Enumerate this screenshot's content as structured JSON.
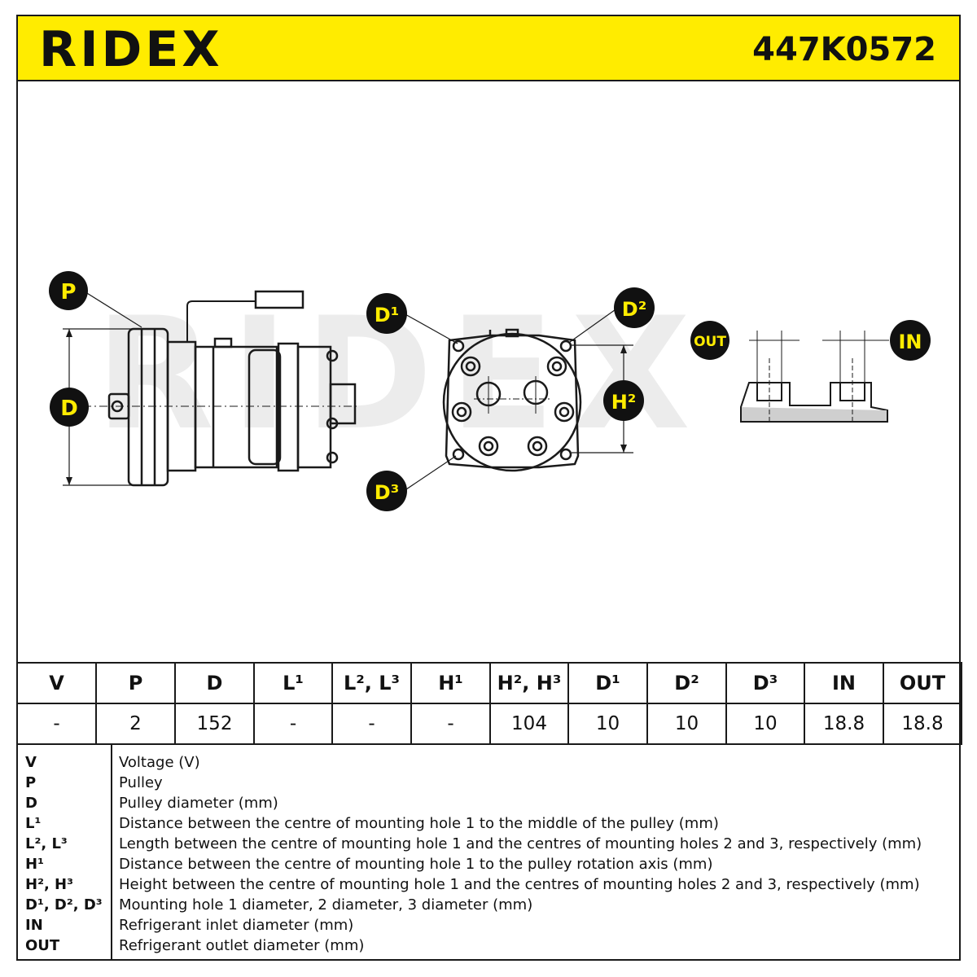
{
  "header": {
    "brand": "RIDEX",
    "part_number": "447K0572",
    "accent_color": "#ffec00"
  },
  "diagram": {
    "callouts": {
      "p": "P",
      "d": "D",
      "d1": "D¹",
      "d2": "D²",
      "d3": "D³",
      "h2": "H²",
      "out": "OUT",
      "in": "IN"
    },
    "watermark": "RIDEX"
  },
  "spec_table": {
    "headers": [
      "V",
      "P",
      "D",
      "L¹",
      "L², L³",
      "H¹",
      "H², H³",
      "D¹",
      "D²",
      "D³",
      "IN",
      "OUT"
    ],
    "values": [
      "-",
      "2",
      "152",
      "-",
      "-",
      "-",
      "104",
      "10",
      "10",
      "10",
      "18.8",
      "18.8"
    ]
  },
  "legend": [
    {
      "key": "V",
      "desc": "Voltage (V)"
    },
    {
      "key": "P",
      "desc": "Pulley"
    },
    {
      "key": "D",
      "desc": "Pulley diameter (mm)"
    },
    {
      "key": "L¹",
      "desc": "Distance between the centre of mounting hole 1 to the middle of the pulley (mm)"
    },
    {
      "key": "L², L³",
      "desc": "Length between the centre of mounting hole 1 and the centres of mounting holes 2 and 3, respectively (mm)"
    },
    {
      "key": "H¹",
      "desc": "Distance between the centre of mounting hole 1 to the pulley rotation axis (mm)"
    },
    {
      "key": "H², H³",
      "desc": "Height between the centre of mounting hole 1 and the centres of mounting holes 2 and 3, respectively (mm)"
    },
    {
      "key": "D¹, D², D³",
      "desc": "Mounting hole 1 diameter, 2 diameter, 3 diameter (mm)"
    },
    {
      "key": "IN",
      "desc": "Refrigerant inlet diameter (mm)"
    },
    {
      "key": "OUT",
      "desc": "Refrigerant outlet diameter (mm)"
    }
  ]
}
